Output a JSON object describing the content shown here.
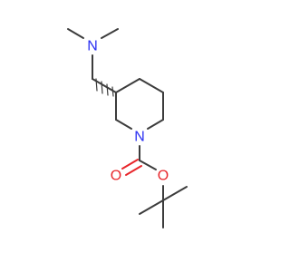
{
  "molecule": {
    "atoms": {
      "amine_n": "N",
      "ring_n": "N",
      "carbonyl_o": "O",
      "ester_o": "O"
    },
    "colors": {
      "bond": "#3c3c3c",
      "nitrogen": "#2a2ff2",
      "oxygen": "#e8262b"
    }
  }
}
